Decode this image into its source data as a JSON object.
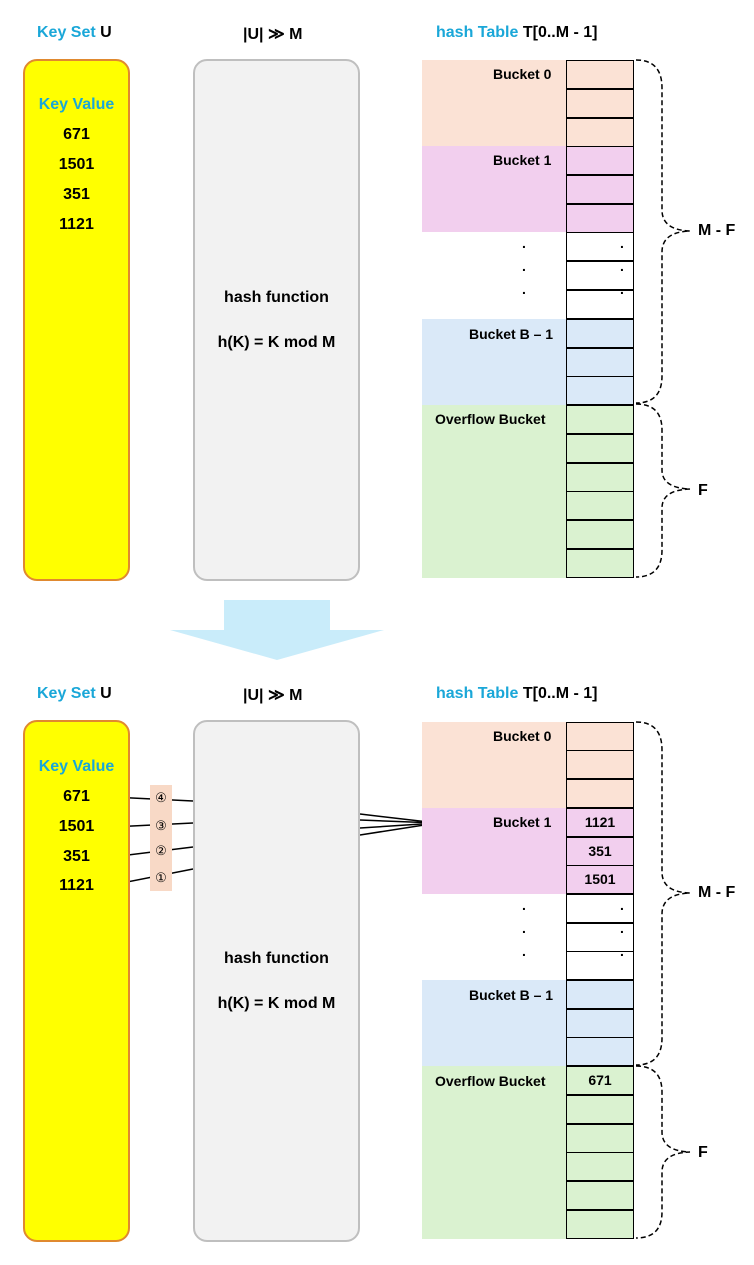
{
  "headers": {
    "keyset_prefix": "Key Set",
    "keyset_var": "U",
    "cardinality": "|U| ≫ M",
    "table_prefix": "hash Table",
    "table_var": "T[0..M - 1]"
  },
  "keys": {
    "title": "Key Value",
    "values": [
      "671",
      "1501",
      "351",
      "1121"
    ]
  },
  "hash": {
    "title": "hash function",
    "formula": "h(K) = K mod M"
  },
  "buckets": {
    "b0": "Bucket 0",
    "b1": "Bucket 1",
    "bB": "Bucket B – 1",
    "overflow": "Overflow Bucket"
  },
  "braces": {
    "mf": "M - F",
    "f": "F"
  },
  "steps": [
    "④",
    "③",
    "②",
    "①"
  ],
  "after": {
    "bucket1_cells": [
      "1121",
      "351",
      "1501"
    ],
    "overflow_cell": "671"
  },
  "dots": ".",
  "colors": {
    "key_fill": "#ffff00",
    "key_border": "#e0892f",
    "cyan_text": "#1aa7d8",
    "bucket0": "#fbe2d5",
    "bucket1": "#f2cfee",
    "bucketB": "#dae9f8",
    "overflow": "#daf2d0",
    "arrow": "#c9ecfa",
    "step_bg": "#f8d9c6"
  }
}
